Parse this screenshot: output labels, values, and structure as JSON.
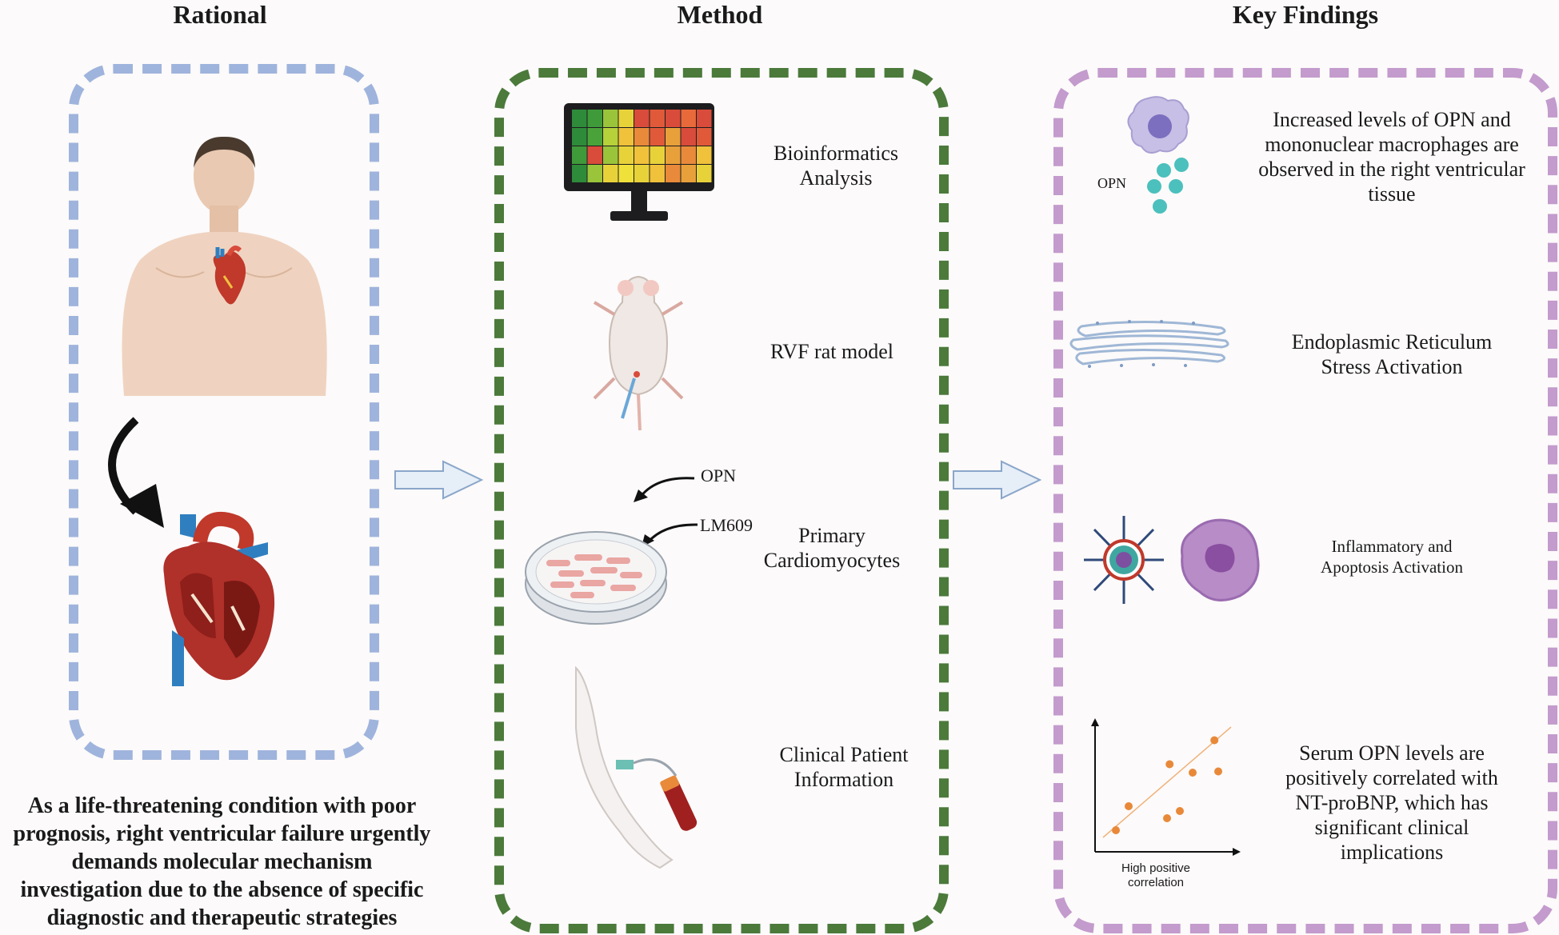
{
  "columns": {
    "rational": "Rational",
    "method": "Method",
    "findings": "Key Findings"
  },
  "colors": {
    "rational_border": "#9fb4dc",
    "method_border": "#4b7a3b",
    "findings_border": "#c39bcd",
    "arrow_fill": "#e6eef8",
    "arrow_stroke": "#8aa6c9"
  },
  "rational": {
    "description_lines": [
      "As a life-threatening condition with poor",
      "prognosis, right ventricular failure urgently",
      "demands molecular mechanism",
      "investigation due to the absence of specific",
      "diagnostic and therapeutic strategies"
    ]
  },
  "method": {
    "bioinformatics": [
      "Bioinformatics",
      "Analysis"
    ],
    "rat_model": "RVF rat model",
    "opn_label": "OPN",
    "lm609_label": "LM609",
    "cardiomyocytes": [
      "Primary",
      "Cardiomyocytes"
    ],
    "clinical": [
      "Clinical Patient",
      "Information"
    ]
  },
  "findings": {
    "opn_tag": "OPN",
    "finding1": [
      "Increased levels of OPN and",
      "mononuclear macrophages are",
      "observed in the right ventricular",
      "tissue"
    ],
    "finding2": [
      "Endoplasmic Reticulum",
      "Stress Activation"
    ],
    "finding3": [
      "Inflammatory and",
      "Apoptosis Activation"
    ],
    "finding4": [
      "Serum OPN levels are",
      "positively correlated with",
      "NT-proBNP, which has",
      "significant clinical",
      "implications"
    ],
    "correlation_caption": [
      "High positive",
      "correlation"
    ]
  },
  "chart_data": {
    "type": "scatter",
    "title": "",
    "xlabel": "",
    "ylabel": "",
    "caption": "High positive correlation",
    "points": [
      [
        1,
        1
      ],
      [
        2,
        3
      ],
      [
        5,
        2
      ],
      [
        6,
        2.6
      ],
      [
        5.2,
        6.5
      ],
      [
        7,
        5.8
      ],
      [
        9,
        5.9
      ],
      [
        8.7,
        8.5
      ]
    ],
    "trendline": true,
    "color": "#e8893a"
  }
}
